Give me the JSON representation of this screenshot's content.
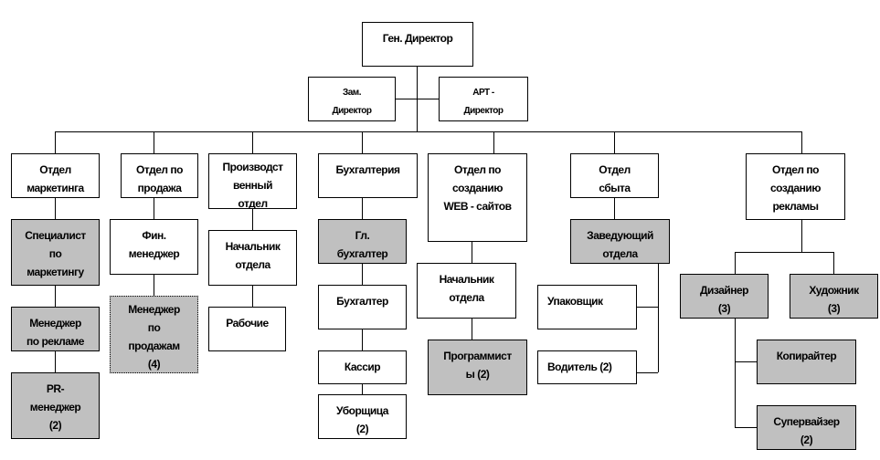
{
  "chart_title": "",
  "nodes": {
    "ceo": "Ген. Директор",
    "deputy": "Зам.\nДиректор",
    "art": "АРТ -\nДиректор",
    "marketing": "Отдел\nмаркетинга",
    "sales": "Отдел по\nпродажа",
    "production": "Производст\nвенный\nотдел",
    "accounting": "Бухгалтерия",
    "web": "Отдел по\nсозданию\nWEB - сайтов",
    "distribution": "Отдел\nсбыта",
    "advertising": "Отдел по\nсозданию\nрекламы",
    "marketing_specialist": "Специалист\nпо\nмаркетингу",
    "ad_manager": "Менеджер\nпо рекламе",
    "pr_manager": "PR-\nменеджер\n(2)",
    "fin_manager": "Фин.\nменеджер",
    "sales_manager": "Менеджер\nпо\nпродажам\n(4)",
    "prod_head": "Начальник\nотдела",
    "workers": "Рабочие",
    "chief_accountant": "Гл.\nбухгалтер",
    "accountant": "Бухгалтер",
    "cashier": "Кассир",
    "cleaner": "Уборщица\n(2)",
    "web_head": "Начальник\nотдела",
    "programmers": "Программист\nы (2)",
    "dist_head": "Заведующий\nотдела",
    "packer": "Упаковщик",
    "driver": "Водитель (2)",
    "designer": "Дизайнер\n(3)",
    "artist": "Художник\n(3)",
    "copywriter": "Копирайтер",
    "supervisor": "Супервайзер\n(2)"
  },
  "colors": {
    "highlight": "#c0c0c0",
    "line": "#000000"
  }
}
